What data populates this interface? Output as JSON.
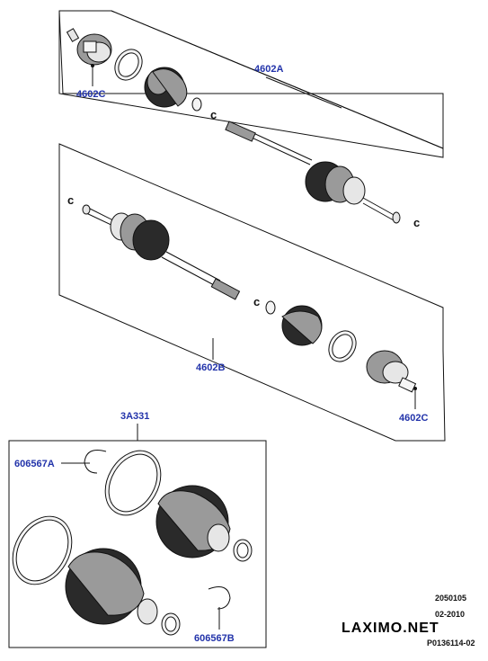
{
  "callouts": {
    "c4602A": "4602A",
    "c4602C_top": "4602C",
    "c4602B": "4602B",
    "c4602C_bottom": "4602C",
    "c3A331": "3A331",
    "c606567A": "606567A",
    "c606567B": "606567B"
  },
  "footer": {
    "code1": "2050105",
    "date": "02-2010",
    "ref": "P0136114-02",
    "brand": "LAXIMO.NET"
  },
  "colors": {
    "callout": "#2233aa",
    "ink": "#111111"
  }
}
